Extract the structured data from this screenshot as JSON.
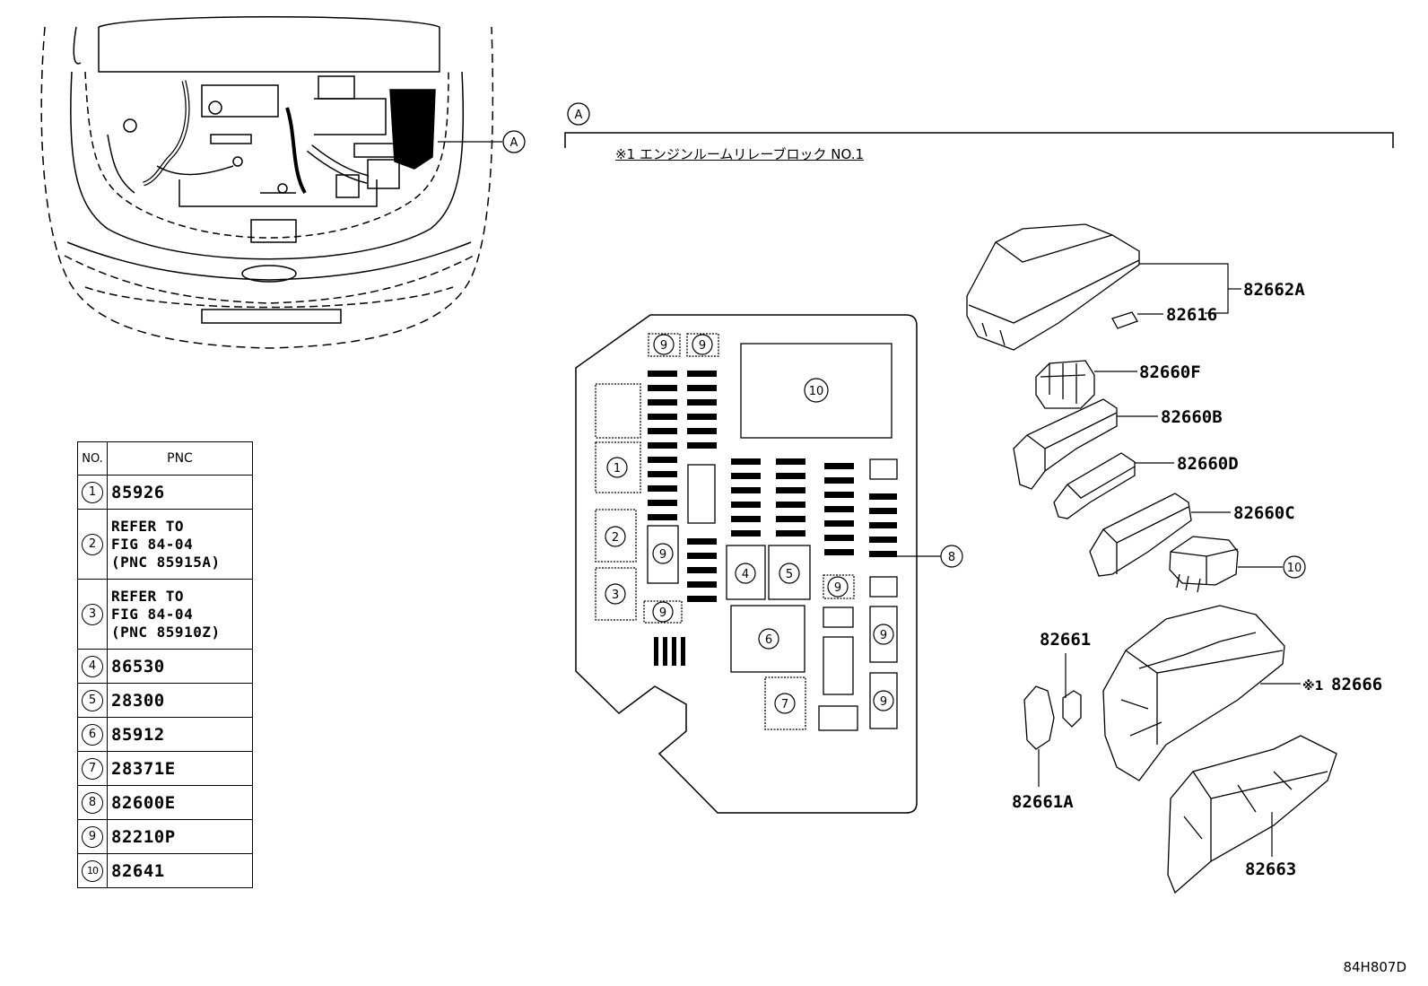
{
  "header": {
    "section_marker": "A",
    "note": "※1 エンジンルームリレーブロック NO.1"
  },
  "car_view": {
    "callout": "A"
  },
  "table": {
    "col_no": "NO.",
    "col_pnc": "PNC",
    "rows": [
      {
        "no": "1",
        "pnc": "85926"
      },
      {
        "no": "2",
        "pnc": "REFER TO\nFIG 84-04\n(PNC 85915A)"
      },
      {
        "no": "3",
        "pnc": "REFER TO\nFIG 84-04\n(PNC 85910Z)"
      },
      {
        "no": "4",
        "pnc": "86530"
      },
      {
        "no": "5",
        "pnc": "28300"
      },
      {
        "no": "6",
        "pnc": "85912"
      },
      {
        "no": "7",
        "pnc": "28371E"
      },
      {
        "no": "8",
        "pnc": "82600E"
      },
      {
        "no": "9",
        "pnc": "82210P"
      },
      {
        "no": "10",
        "pnc": "82641"
      }
    ]
  },
  "block_labels": {
    "l1": "1",
    "l2": "2",
    "l3": "3",
    "l4": "4",
    "l5": "5",
    "l6": "6",
    "l7": "7",
    "l8": "8",
    "l9": "9",
    "l10": "10"
  },
  "parts": {
    "p82662A": "82662A",
    "p82616": "82616",
    "p82660F": "82660F",
    "p82660B": "82660B",
    "p82660D": "82660D",
    "p82660C": "82660C",
    "p10": "10",
    "p82661": "82661",
    "p82661A": "82661A",
    "p82666_mark": "※1",
    "p82666": "82666",
    "p82663": "82663"
  },
  "doc_id": "84H807D"
}
